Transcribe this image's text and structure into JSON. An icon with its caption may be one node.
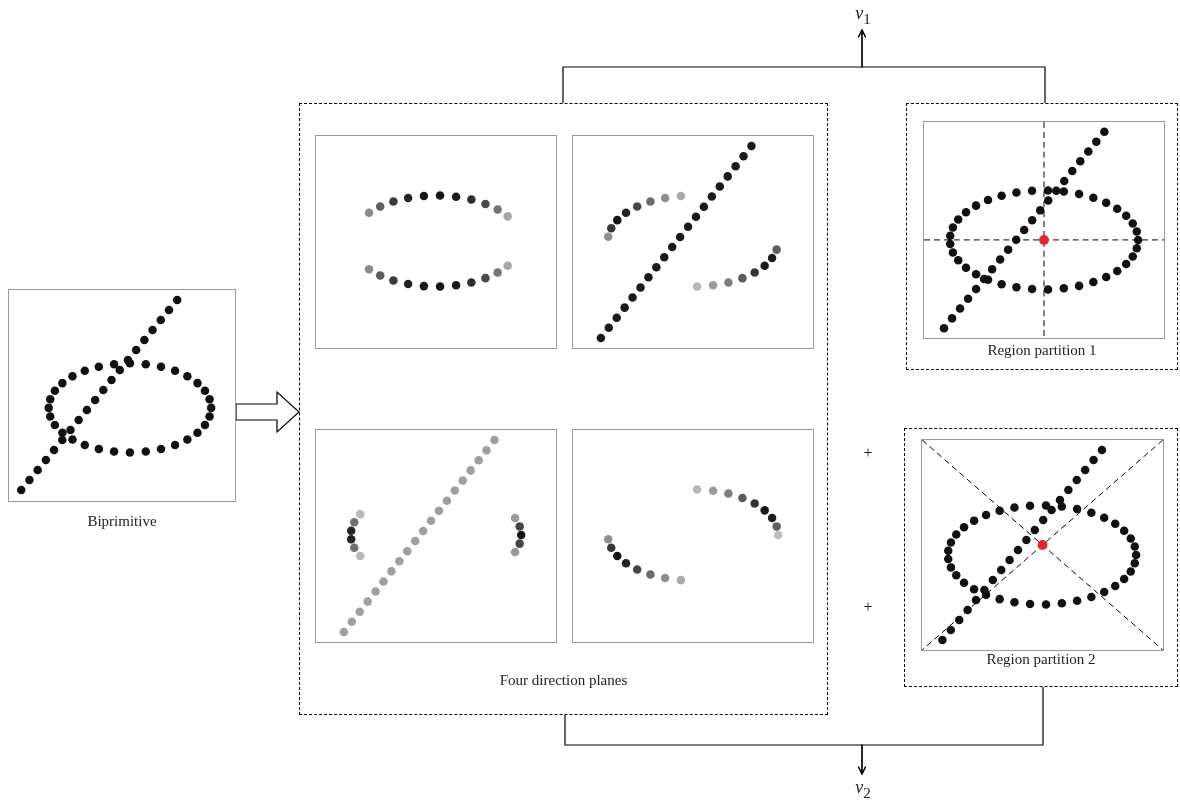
{
  "diagram": {
    "nodes": [
      {
        "text": [
          "Biprimitive"
        ]
      },
      {
        "text": [
          "Four direction planes"
        ]
      },
      {
        "text": [],
        "shape": "picture",
        "in": 1
      },
      {
        "text": [],
        "shape": "picture",
        "in": 1
      },
      {
        "text": [],
        "shape": "picture",
        "in": 1
      },
      {
        "text": [],
        "shape": "picture",
        "in": 1
      },
      {
        "text": [
          "Region partition 1"
        ]
      },
      {
        "text": [
          "Region partition 2"
        ]
      },
      {
        "text": [
          "*v*$_{1}$"
        ]
      },
      {
        "text": [
          "*v*$_{2}$"
        ]
      }
    ],
    "edges": [
      {
        "from": 0,
        "to": 1,
        "arrow": "to",
        "style": "thick"
      },
      {
        "from": 1,
        "to": 8,
        "arrow": "to"
      },
      {
        "from": 6,
        "to": 8,
        "arrow": "to"
      },
      {
        "from": 1,
        "to": 9,
        "arrow": "to"
      },
      {
        "from": 7,
        "to": 9,
        "arrow": "to"
      }
    ],
    "labels": [
      "+",
      "+"
    ]
  }
}
